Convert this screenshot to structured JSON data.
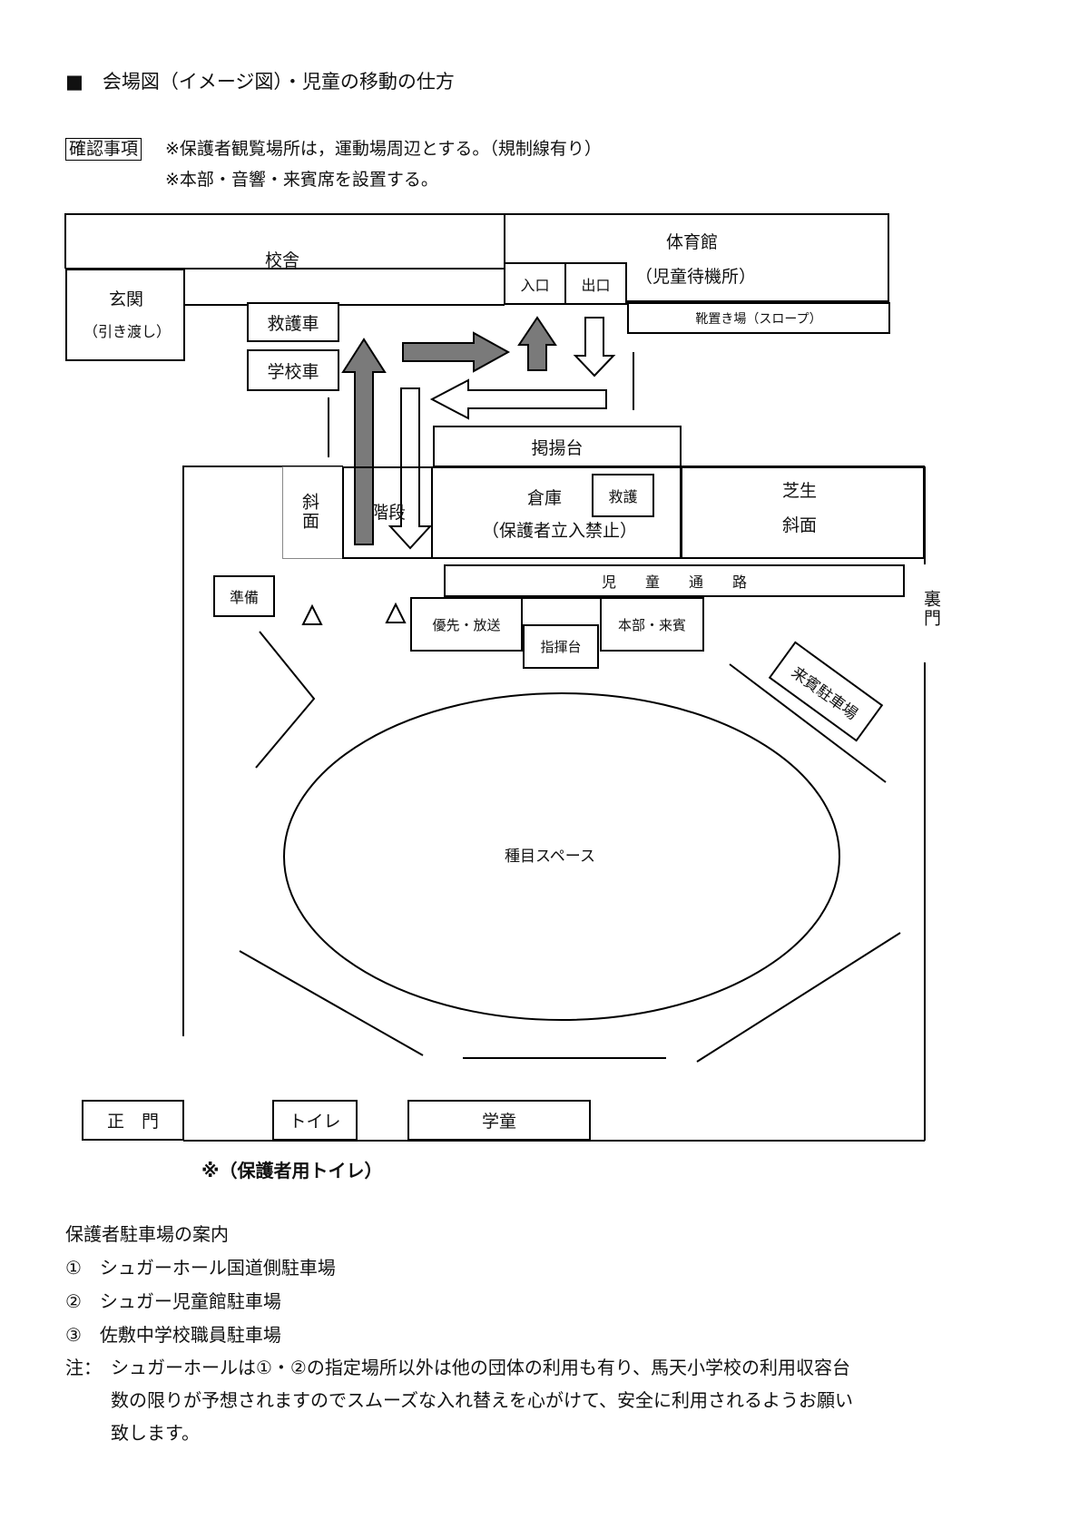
{
  "header": {
    "title": "■　会場図（イメージ図）・児童の移動の仕方",
    "confirm_label": "確認事項",
    "note1": "※保護者観覧場所は，運動場周辺とする。（規制線有り）",
    "note2": "※本部・音響・来賓席を設置する。"
  },
  "diagram": {
    "school_building": "校舎",
    "entrance": "玄関",
    "entrance_sub": "（引き渡し）",
    "ambulance": "救護車",
    "school_car": "学校車",
    "gym": "体育館",
    "gym_sub": "（児童待機所）",
    "gym_in": "入口",
    "gym_out": "出口",
    "shoe_area": "靴置き場（スロープ）",
    "flag_stand": "掲揚台",
    "slope_left": "斜面",
    "stairs": "階段",
    "storage": "倉庫",
    "storage_sub": "（保護者立入禁止）",
    "first_aid": "救護",
    "lawn_slope_1": "芝生",
    "lawn_slope_2": "斜面",
    "child_path": "児　　童　　通　　路",
    "prep": "準備",
    "priority_broadcast": "優先・放送",
    "hq_guest": "本部・来賓",
    "conductor": "指揮台",
    "back_gate": "裏門",
    "guest_parking": "来賓駐車場",
    "event_space": "種目スペース",
    "main_gate": "正　門",
    "toilet": "トイレ",
    "after_school": "学童",
    "toilet_note": "※（保護者用トイレ）"
  },
  "parking": {
    "heading": "保護者駐車場の案内",
    "items": [
      "①　シュガーホール国道側駐車場",
      "②　シュガー児童館駐車場",
      "③　佐敷中学校職員駐車場"
    ],
    "note_label": "注：",
    "note_lines": [
      "シュガーホールは①・②の指定場所以外は他の団体の利用も有り、馬天小学校の利用収容台",
      "数の限りが予想されますのでスムーズな入れ替えを心がけて、安全に利用されるようお願い",
      "致します。"
    ]
  },
  "colors": {
    "arrow_fill": "#7a7a7a",
    "line": "#000000"
  }
}
